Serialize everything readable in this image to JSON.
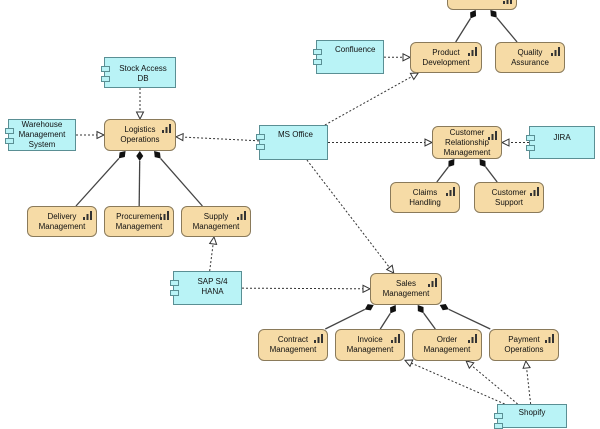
{
  "diagram": {
    "nodes": {
      "top_partial": {
        "type": "function",
        "label": ""
      },
      "product_development": {
        "type": "function",
        "label": "Product\nDevelopment"
      },
      "quality_assurance": {
        "type": "function",
        "label": "Quality\nAssurance"
      },
      "confluence": {
        "type": "application",
        "label": "Confluence"
      },
      "stock_access_db": {
        "type": "application",
        "label": "Stock Access DB"
      },
      "warehouse_management_system": {
        "type": "application",
        "label": "Warehouse\nManagement\nSystem"
      },
      "logistics_operations": {
        "type": "function",
        "label": "Logistics\nOperations"
      },
      "ms_office": {
        "type": "application",
        "label": "MS Office"
      },
      "customer_relationship_management": {
        "type": "function",
        "label": "Customer\nRelationship\nManagement"
      },
      "jira": {
        "type": "application",
        "label": "JIRA"
      },
      "claims_handling": {
        "type": "function",
        "label": "Claims\nHandling"
      },
      "customer_support": {
        "type": "function",
        "label": "Customer\nSupport"
      },
      "delivery_management": {
        "type": "function",
        "label": "Delivery\nManagement"
      },
      "procurement_management": {
        "type": "function",
        "label": "Procurement\nManagement"
      },
      "supply_management": {
        "type": "function",
        "label": "Supply\nManagement"
      },
      "sap_s4_hana": {
        "type": "application",
        "label": "SAP S/4 HANA"
      },
      "sales_management": {
        "type": "function",
        "label": "Sales\nManagement"
      },
      "contract_management": {
        "type": "function",
        "label": "Contract\nManagement"
      },
      "invoice_management": {
        "type": "function",
        "label": "Invoice\nManagement"
      },
      "order_management": {
        "type": "function",
        "label": "Order\nManagement"
      },
      "payment_operations": {
        "type": "function",
        "label": "Payment\nOperations"
      },
      "shopify": {
        "type": "application",
        "label": "Shopify"
      }
    },
    "relationships": [
      {
        "type": "composition",
        "from": "top_partial",
        "to": "product_development"
      },
      {
        "type": "composition",
        "from": "top_partial",
        "to": "quality_assurance"
      },
      {
        "type": "serving",
        "from": "confluence",
        "to": "product_development"
      },
      {
        "type": "serving",
        "from": "ms_office",
        "to": "product_development"
      },
      {
        "type": "serving",
        "from": "stock_access_db",
        "to": "logistics_operations"
      },
      {
        "type": "serving",
        "from": "warehouse_management_system",
        "to": "logistics_operations"
      },
      {
        "type": "serving",
        "from": "ms_office",
        "to": "logistics_operations"
      },
      {
        "type": "serving",
        "from": "ms_office",
        "to": "customer_relationship_management"
      },
      {
        "type": "serving",
        "from": "jira",
        "to": "customer_relationship_management"
      },
      {
        "type": "serving",
        "from": "ms_office",
        "to": "sales_management"
      },
      {
        "type": "composition",
        "from": "customer_relationship_management",
        "to": "claims_handling"
      },
      {
        "type": "composition",
        "from": "customer_relationship_management",
        "to": "customer_support"
      },
      {
        "type": "composition",
        "from": "logistics_operations",
        "to": "delivery_management"
      },
      {
        "type": "composition",
        "from": "logistics_operations",
        "to": "procurement_management"
      },
      {
        "type": "composition",
        "from": "logistics_operations",
        "to": "supply_management"
      },
      {
        "type": "serving",
        "from": "sap_s4_hana",
        "to": "supply_management"
      },
      {
        "type": "serving",
        "from": "sap_s4_hana",
        "to": "sales_management"
      },
      {
        "type": "composition",
        "from": "sales_management",
        "to": "contract_management"
      },
      {
        "type": "composition",
        "from": "sales_management",
        "to": "invoice_management"
      },
      {
        "type": "composition",
        "from": "sales_management",
        "to": "order_management"
      },
      {
        "type": "composition",
        "from": "sales_management",
        "to": "payment_operations"
      },
      {
        "type": "serving",
        "from": "shopify",
        "to": "invoice_management"
      },
      {
        "type": "serving",
        "from": "shopify",
        "to": "order_management"
      },
      {
        "type": "serving",
        "from": "shopify",
        "to": "payment_operations"
      }
    ]
  }
}
